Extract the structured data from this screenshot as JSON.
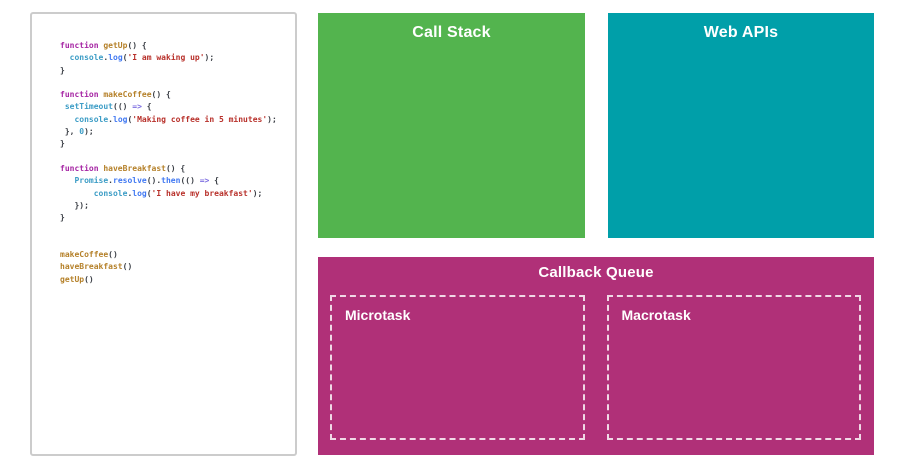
{
  "colors": {
    "page_background": "#ffffff",
    "panel_border": "#cccccc",
    "dashed_border": "#ffffff",
    "title_text": "#ffffff"
  },
  "call_stack": {
    "title": "Call Stack",
    "color": "#53b44e"
  },
  "web_apis": {
    "title": "Web APIs",
    "color": "#009fa9"
  },
  "callback_queue": {
    "title": "Callback Queue",
    "color": "#b03078",
    "microtask_label": "Microtask",
    "macrotask_label": "Macrotask"
  },
  "code_panel": {
    "token_colors": {
      "kw": "#a626a4",
      "fn": "#b5812a",
      "bi": "#3d9dc6",
      "me": "#4078f2",
      "st": "#b8312b",
      "nu": "#3d9dc6",
      "ar": "#7d6ee0",
      "pl": "#3b3f46"
    },
    "lines": [
      [
        [
          "kw",
          "function"
        ],
        [
          "pl",
          " "
        ],
        [
          "fn",
          "getUp"
        ],
        [
          "pl",
          "() {"
        ]
      ],
      [
        [
          "pl",
          "  "
        ],
        [
          "bi",
          "console"
        ],
        [
          "pl",
          "."
        ],
        [
          "me",
          "log"
        ],
        [
          "pl",
          "("
        ],
        [
          "st",
          "'I am waking up'"
        ],
        [
          "pl",
          ");"
        ]
      ],
      [
        [
          "pl",
          "}"
        ]
      ],
      [],
      [
        [
          "kw",
          "function"
        ],
        [
          "pl",
          " "
        ],
        [
          "fn",
          "makeCoffee"
        ],
        [
          "pl",
          "() {"
        ]
      ],
      [
        [
          "pl",
          " "
        ],
        [
          "bi",
          "setTimeout"
        ],
        [
          "pl",
          "(() "
        ],
        [
          "ar",
          "=>"
        ],
        [
          "pl",
          " {"
        ]
      ],
      [
        [
          "pl",
          "   "
        ],
        [
          "bi",
          "console"
        ],
        [
          "pl",
          "."
        ],
        [
          "me",
          "log"
        ],
        [
          "pl",
          "("
        ],
        [
          "st",
          "'Making coffee in 5 minutes'"
        ],
        [
          "pl",
          ");"
        ]
      ],
      [
        [
          "pl",
          " }, "
        ],
        [
          "nu",
          "0"
        ],
        [
          "pl",
          ");"
        ]
      ],
      [
        [
          "pl",
          "}"
        ]
      ],
      [],
      [
        [
          "kw",
          "function"
        ],
        [
          "pl",
          " "
        ],
        [
          "fn",
          "haveBreakfast"
        ],
        [
          "pl",
          "() {"
        ]
      ],
      [
        [
          "pl",
          "   "
        ],
        [
          "bi",
          "Promise"
        ],
        [
          "pl",
          "."
        ],
        [
          "me",
          "resolve"
        ],
        [
          "pl",
          "()."
        ],
        [
          "me",
          "then"
        ],
        [
          "pl",
          "(() "
        ],
        [
          "ar",
          "=>"
        ],
        [
          "pl",
          " {"
        ]
      ],
      [
        [
          "pl",
          "       "
        ],
        [
          "bi",
          "console"
        ],
        [
          "pl",
          "."
        ],
        [
          "me",
          "log"
        ],
        [
          "pl",
          "("
        ],
        [
          "st",
          "'I have my breakfast'"
        ],
        [
          "pl",
          ");"
        ]
      ],
      [
        [
          "pl",
          "   });"
        ]
      ],
      [
        [
          "pl",
          "}"
        ]
      ],
      [],
      [],
      [
        [
          "fn",
          "makeCoffee"
        ],
        [
          "pl",
          "()"
        ]
      ],
      [
        [
          "fn",
          "haveBreakfast"
        ],
        [
          "pl",
          "()"
        ]
      ],
      [
        [
          "fn",
          "getUp"
        ],
        [
          "pl",
          "()"
        ]
      ]
    ]
  }
}
